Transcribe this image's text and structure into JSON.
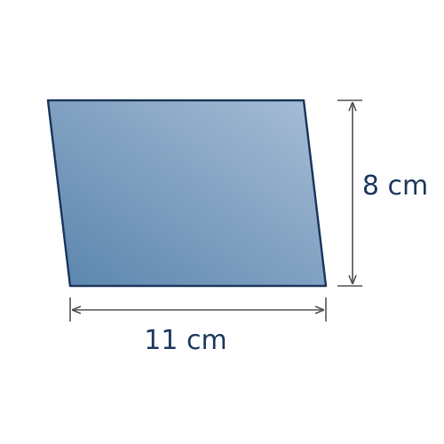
{
  "diagram": {
    "shape": "parallelogram",
    "base_label": "11 cm",
    "height_label": "8 cm",
    "base_value": 11,
    "height_value": 8,
    "unit": "cm",
    "colors": {
      "fill_light": "#a7bdd6",
      "fill_dark": "#5a85ad",
      "outline": "#1f3a5f",
      "dimension_line": "#555555",
      "label": "#1f3a5f"
    }
  }
}
